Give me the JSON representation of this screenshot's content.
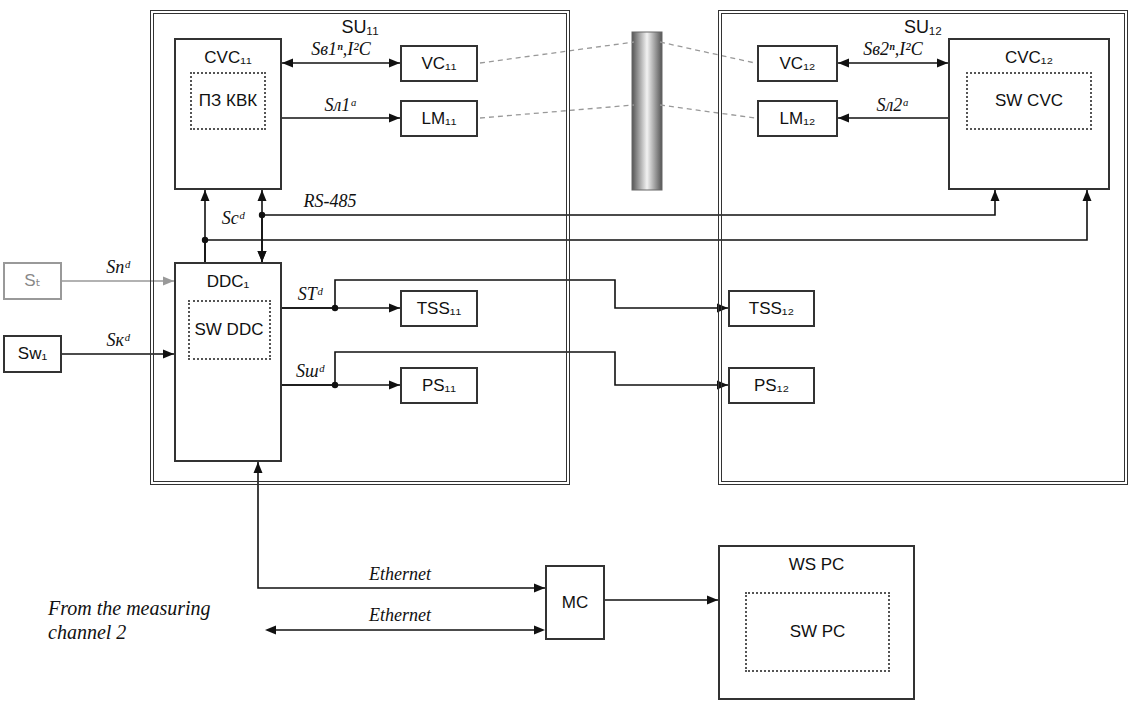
{
  "diagram": {
    "nodes": [
      {
        "text": [
          "SU₁₁"
        ]
      },
      {
        "text": [
          "CVC₁₁"
        ],
        "in": 0
      },
      {
        "text": [
          "ПЗ КВК"
        ],
        "in": 1
      },
      {
        "text": [
          "VC₁₁"
        ],
        "in": 0
      },
      {
        "text": [
          "LM₁₁"
        ],
        "in": 0
      },
      {
        "text": [
          "DDC₁"
        ],
        "in": 0
      },
      {
        "text": [
          "SW DDC"
        ],
        "in": 5
      },
      {
        "text": [
          "TSS₁₁"
        ],
        "in": 0
      },
      {
        "text": [
          "PS₁₁"
        ],
        "in": 0
      },
      {
        "text": [
          "SU₁₂"
        ]
      },
      {
        "text": [
          "VC₁₂"
        ],
        "in": 9
      },
      {
        "text": [
          "CVC₁₂"
        ],
        "in": 9
      },
      {
        "text": [
          "SW CVC"
        ],
        "in": 11
      },
      {
        "text": [
          "LM₁₂"
        ],
        "in": 9
      },
      {
        "text": [
          "TSS₁₂"
        ],
        "in": 9
      },
      {
        "text": [
          "PS₁₂"
        ],
        "in": 9
      },
      {
        "text": [
          "Sₜ"
        ]
      },
      {
        "text": [
          "Sw₁"
        ]
      },
      {
        "text": [
          "MC"
        ]
      },
      {
        "text": [
          "WS PC"
        ]
      },
      {
        "text": [
          "SW PC"
        ],
        "in": 19
      }
    ],
    "edges": [
      {
        "from": 1,
        "to": 3,
        "arrow": "both",
        "label": "Sв1ⁿ,I²C"
      },
      {
        "from": 1,
        "to": 4,
        "arrow": "to",
        "label": "Sл1ᵃ"
      },
      {
        "from": 10,
        "to": 11,
        "arrow": "both",
        "label": "Sв2ⁿ,I²C"
      },
      {
        "from": 11,
        "to": 13,
        "arrow": "to",
        "label": "Sл2ᵃ"
      },
      {
        "from": 5,
        "to": 1,
        "arrow": "both"
      },
      {
        "from": 5,
        "to": 11,
        "arrow": "both",
        "label": "RS-485"
      },
      {
        "from": 5,
        "to": 1,
        "arrow": "to",
        "label": "Scᵈ"
      },
      {
        "from": 5,
        "to": 11,
        "arrow": "to"
      },
      {
        "from": 16,
        "to": 5,
        "arrow": "to",
        "label": "Snᵈ"
      },
      {
        "from": 17,
        "to": 5,
        "arrow": "to",
        "label": "Sкᵈ"
      },
      {
        "from": 5,
        "to": 7,
        "arrow": "to",
        "label": "STᵈ"
      },
      {
        "from": 5,
        "to": 14,
        "arrow": "to"
      },
      {
        "from": 5,
        "to": 8,
        "arrow": "to",
        "label": "Sшᵈ"
      },
      {
        "from": 5,
        "to": 15,
        "arrow": "to"
      },
      {
        "from": 5,
        "to": 18,
        "arrow": "both",
        "label": "Ethernet"
      },
      {
        "from": 18,
        "to": 19,
        "arrow": "to"
      }
    ],
    "labels": [
      "Ethernet",
      "From the measuring channel 2"
    ]
  }
}
